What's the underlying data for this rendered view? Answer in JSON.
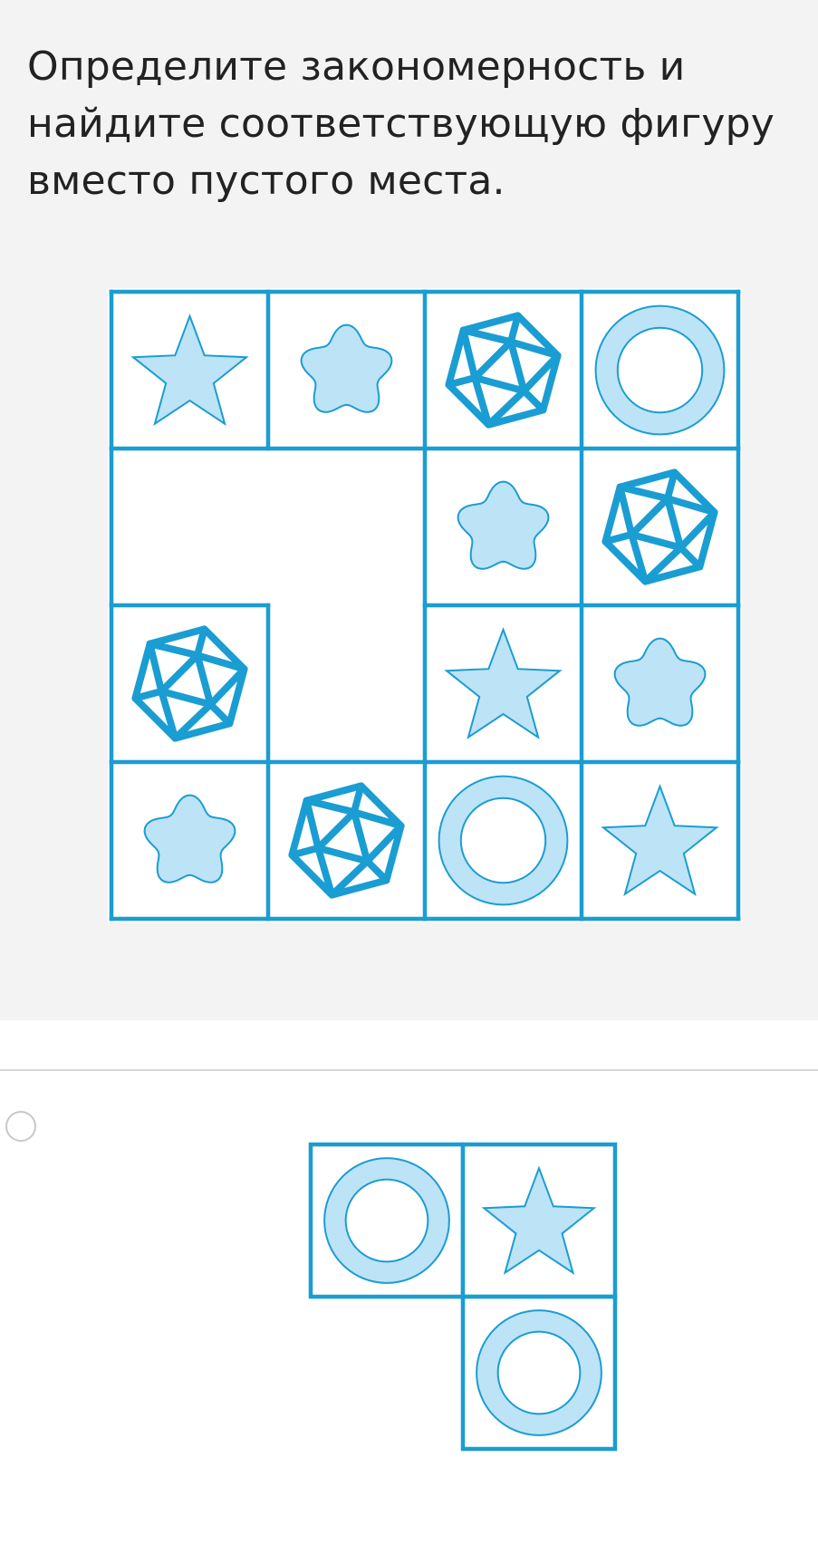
{
  "question": {
    "text": "Определите закономерность и найдите соответствующую фигуру вместо пустого места."
  },
  "colors": {
    "accent": "#1a9dd2",
    "fill": "#bde3f6",
    "panel_bg": "#f3f3f3"
  },
  "grid": {
    "rows": 4,
    "cols": 4,
    "cells": [
      [
        "star",
        "flower",
        "icosahedron",
        "ring"
      ],
      [
        "",
        "",
        "flower",
        "icosahedron"
      ],
      [
        "icosahedron",
        "",
        "star",
        "flower"
      ],
      [
        "flower",
        "icosahedron",
        "ring",
        "star"
      ]
    ],
    "missing_cells": [
      [
        1,
        0
      ],
      [
        1,
        1
      ],
      [
        2,
        1
      ]
    ]
  },
  "answer_option": {
    "selected": false,
    "cells": [
      {
        "row": 0,
        "col": 0,
        "shape": "ring"
      },
      {
        "row": 0,
        "col": 1,
        "shape": "star"
      },
      {
        "row": 1,
        "col": 1,
        "shape": "ring"
      }
    ]
  }
}
